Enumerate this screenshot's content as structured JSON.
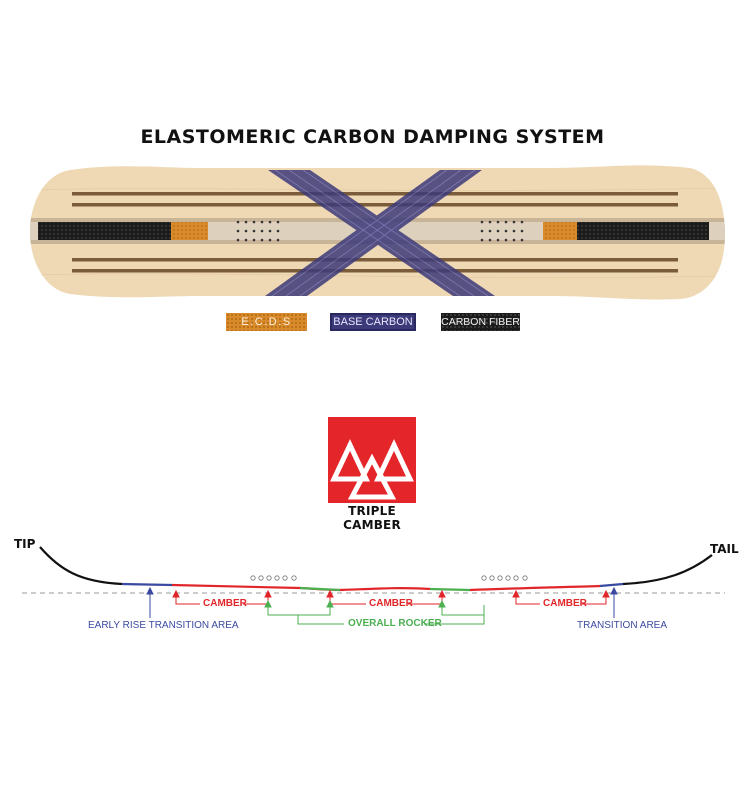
{
  "title": "ELASTOMERIC CARBON DAMPING SYSTEM",
  "legend": {
    "ecds": "E.C.D.S",
    "base_carbon": "BASE CARBON",
    "carbon_fiber": "CARBON FIBER"
  },
  "logo": {
    "label": "TRIPLE CAMBER",
    "icon": "triple-camber-mountains-icon"
  },
  "profile": {
    "tip": "TIP",
    "tail": "TAIL",
    "early_rise": "EARLY RISE TRANSITION AREA",
    "transition": "TRANSITION AREA",
    "camber_left": "CAMBER",
    "camber_center": "CAMBER",
    "camber_right": "CAMBER",
    "overall_rocker": "OVERALL ROCKER"
  },
  "colors": {
    "ecds": "#d98a2a",
    "base_carbon": "#3d3a7a",
    "carbon_fiber": "#1b1b1b",
    "camber": "#e1262a",
    "rocker": "#4caf50",
    "transition": "#3b4aa0",
    "wood": "#efd9b5"
  }
}
